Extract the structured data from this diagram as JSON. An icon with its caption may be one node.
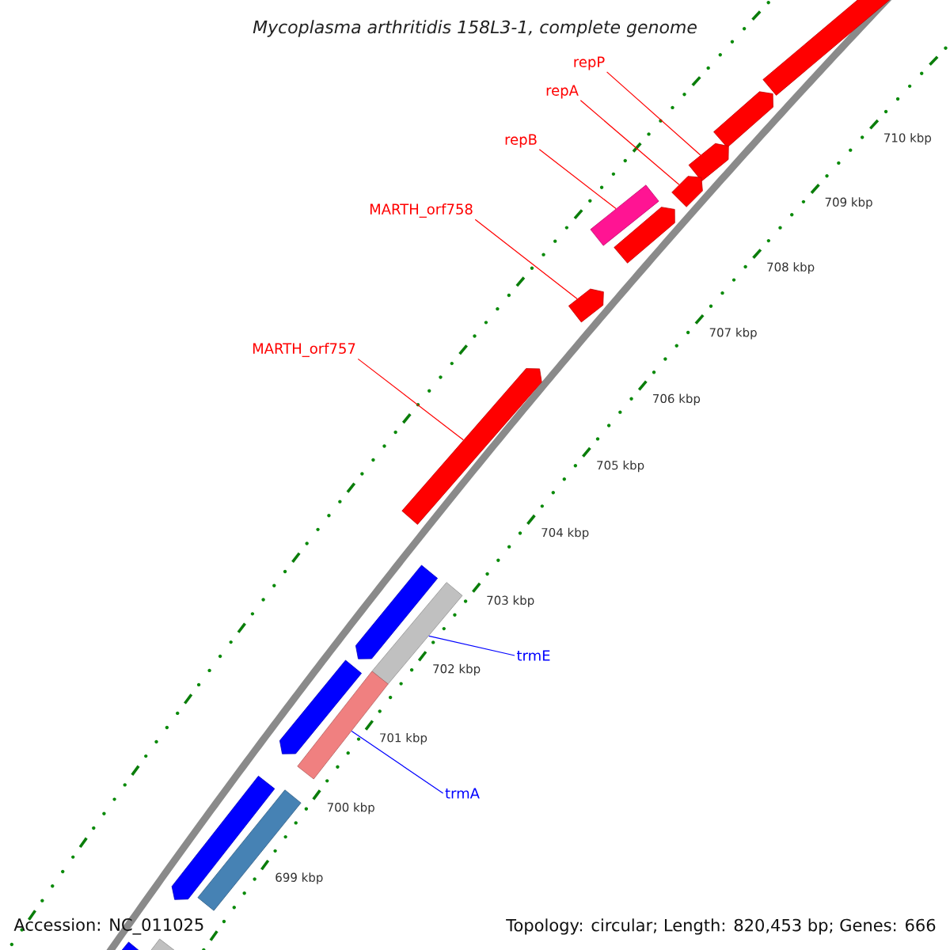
{
  "diagram": {
    "title": "Mycoplasma arthritidis 158L3-1, complete genome",
    "nodes": [
      {
        "text": [
          "repP"
        ]
      },
      {
        "text": [
          "repA"
        ]
      },
      {
        "text": [
          "repB"
        ]
      },
      {
        "text": [
          "MARTH_orf758"
        ]
      },
      {
        "text": [
          "MARTH_orf757"
        ]
      },
      {
        "text": [
          "trmE"
        ]
      },
      {
        "text": [
          "trmA"
        ]
      },
      {
        "text": [],
        "shape": "arrow"
      },
      {
        "text": [],
        "shape": "arrow"
      },
      {
        "text": [],
        "shape": "box"
      },
      {
        "text": [],
        "shape": "arrow"
      },
      {
        "text": [],
        "shape": "arrow"
      },
      {
        "text": [],
        "shape": "box"
      },
      {
        "text": [],
        "shape": "box"
      },
      {
        "text": [],
        "shape": "arrow"
      },
      {
        "text": [],
        "shape": "arrow"
      },
      {
        "text": [],
        "shape": "arrow"
      },
      {
        "text": [],
        "shape": "arrow"
      },
      {
        "text": [],
        "shape": "arrow"
      },
      {
        "text": [],
        "shape": "arrow"
      },
      {
        "text": [],
        "shape": "arrow"
      },
      {
        "text": [],
        "shape": "box"
      },
      {
        "text": [],
        "shape": "box"
      }
    ],
    "edges": [
      {
        "from": 0,
        "to": 7,
        "arrow": "none"
      },
      {
        "from": 1,
        "to": 8,
        "arrow": "none"
      },
      {
        "from": 2,
        "to": 9,
        "arrow": "none"
      },
      {
        "from": 3,
        "to": 10,
        "arrow": "none"
      },
      {
        "from": 4,
        "to": 11,
        "arrow": "none"
      },
      {
        "from": 5,
        "to": 12,
        "arrow": "none",
        "color": "#0000ff"
      },
      {
        "from": 6,
        "to": 13,
        "arrow": "none",
        "color": "#0000ff"
      }
    ],
    "labels": [
      "710 kbp",
      "709 kbp",
      "708 kbp",
      "707 kbp",
      "706 kbp",
      "705 kbp",
      "704 kbp",
      "703 kbp",
      "702 kbp",
      "701 kbp",
      "700 kbp",
      "699 kbp",
      "Accession: NC_011025",
      "Topology: circular; Length: 820,453 bp; Genes: 666"
    ]
  }
}
